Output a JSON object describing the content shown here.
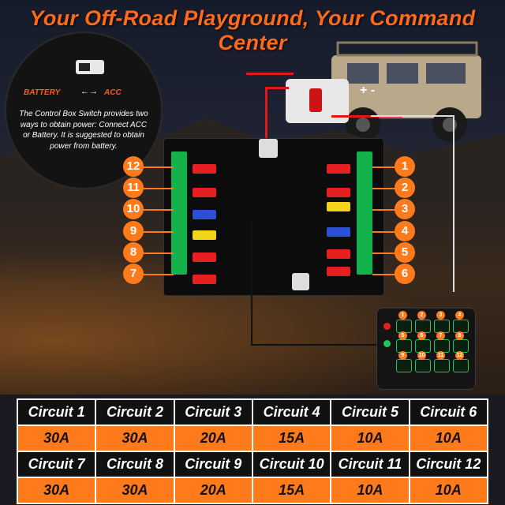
{
  "header": {
    "title": "Your Off-Road Playground, Your Command Center"
  },
  "callout": {
    "battery_label": "BATTERY",
    "acc_label": "ACC",
    "arrows": "←→",
    "description": "The Control Box Switch provides two ways to obtain power: Connect ACC or Battery. It is suggested to obtain power from battery."
  },
  "battery_terminals": "+ -",
  "circuit_numbers": {
    "left": [
      "12",
      "11",
      "10",
      "9",
      "8",
      "7"
    ],
    "right": [
      "1",
      "2",
      "3",
      "4",
      "5",
      "6"
    ]
  },
  "controller": {
    "keys": [
      "1",
      "2",
      "3",
      "4",
      "5",
      "6",
      "7",
      "8",
      "9",
      "10",
      "11",
      "12"
    ]
  },
  "colors": {
    "accent": "#ff7a1a",
    "title": "#ff6a1a",
    "terminal_green": "#14b24a",
    "fuse_colors": [
      "#e62020",
      "#e62020",
      "#2d4fd8",
      "#f2d21a",
      "#e62020",
      "#e62020"
    ]
  },
  "spec_table": {
    "rows": [
      {
        "circuits": [
          "Circuit 1",
          "Circuit 2",
          "Circuit 3",
          "Circuit 4",
          "Circuit 5",
          "Circuit 6"
        ],
        "ratings": [
          "30A",
          "30A",
          "20A",
          "15A",
          "10A",
          "10A"
        ]
      },
      {
        "circuits": [
          "Circuit 7",
          "Circuit 8",
          "Circuit 9",
          "Circuit 10",
          "Circuit 11",
          "Circuit 12"
        ],
        "ratings": [
          "30A",
          "30A",
          "20A",
          "15A",
          "10A",
          "10A"
        ]
      }
    ]
  }
}
